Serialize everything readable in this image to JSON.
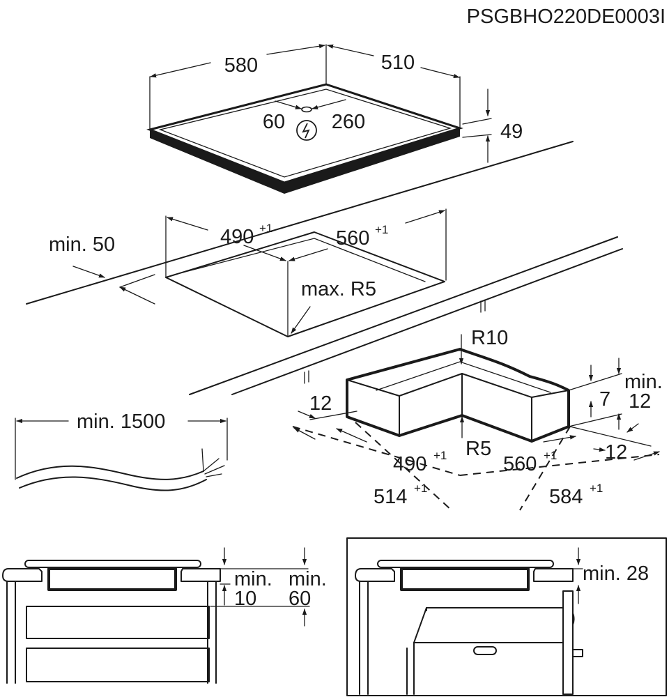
{
  "doc_code": "PSGBHO220DE0003I",
  "hob": {
    "width": "580",
    "depth": "510",
    "height": "49",
    "cable_left": "60",
    "cable_right": "260"
  },
  "cutout": {
    "min_front": "min. 50",
    "width": "490",
    "depth": "560",
    "tolerance": "+1",
    "radius": "max. R5"
  },
  "cable": {
    "length": "min. 1500"
  },
  "frame": {
    "radius_top": "R10",
    "radius_inner": "R5",
    "edge_left": "12",
    "edge_right": "12",
    "edge_bottom": "12",
    "depth_7": "7",
    "min_label": "min.",
    "width": "490",
    "depth": "560",
    "outer_width": "514",
    "outer_depth": "584",
    "tolerance": "+1",
    "break_mark": "II"
  },
  "install_a": {
    "min_label_1": "min.",
    "gap_1": "10",
    "min_label_2": "min.",
    "gap_2": "60"
  },
  "install_b": {
    "gap": "min. 28"
  }
}
